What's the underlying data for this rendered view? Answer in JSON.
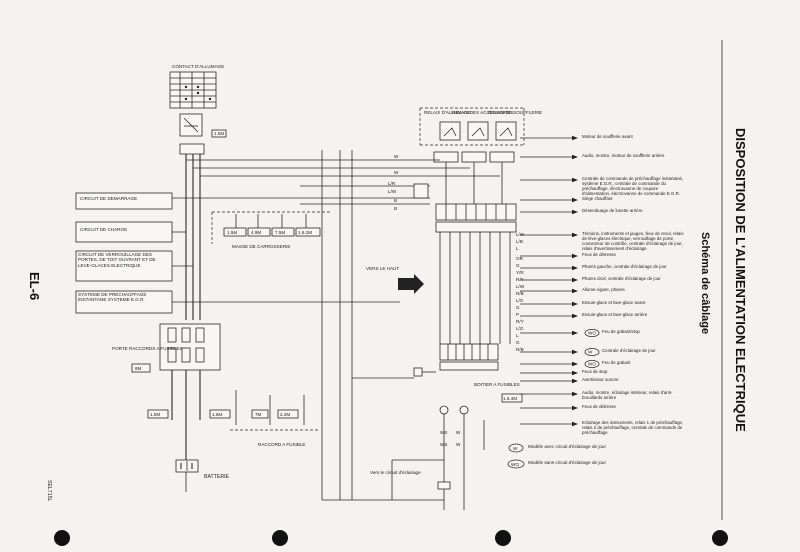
{
  "page": {
    "section_code": "EL-6",
    "main_title": "DISPOSITION DE L'ALIMENTATION ELECTRIQUE",
    "subtitle": "Schéma de câblage",
    "figure_code": "SEL715L"
  },
  "ignition_switch": {
    "label": "CONTACT D'ALLUMAGE"
  },
  "left_circuits": [
    "CIRCUIT DE DEMARRAGE",
    "CIRCUIT DE CHARGE",
    "CIRCUIT DE VERROUILLAGE DES PORTES, DE TOIT OUVRANT ET DE LEVE-GLACES ELECTRIQUE",
    "SYSTEME DE PRECHAUFFAGE INSTANTANE SYSTEME E.G.R."
  ],
  "relays": [
    "RELAIS D'ALLUMAGE",
    "RELAIS DES ACCESSOIRES",
    "RELAIS DE SOUFFLERIE"
  ],
  "labels": {
    "fuse_holder": "PORTE RACCORDS A FUSIBLES",
    "body_ground": "MASSE DE CARROSSERIE",
    "fusible_link": "RACCORD A FUSIBLE",
    "battery": "BATTERIE",
    "up_direction": "VERS LE HAUT",
    "fuse_box": "BOITIER A FUSIBLES",
    "lighting_circuit": "Vers le circuit d'éclairage"
  },
  "wire_codes": {
    "ign_top": [
      "1.5M"
    ],
    "fuse_8m": "8M",
    "fusible_links_bottom": [
      "1.5M",
      "1.6M",
      "7M",
      "2.2M"
    ],
    "ground_connectors": [
      "1.5M",
      "4.9M",
      "7.5M",
      "1.6.2M"
    ],
    "fuse_box_right": "1.6.4M",
    "relay_wires": [
      "W",
      "W",
      "L/R",
      "L/W",
      "B",
      "B"
    ],
    "right_wires": [
      "L/W",
      "L/B",
      "L",
      "OR",
      "G",
      "Y/R",
      "R/Y",
      "L/W",
      "R/B",
      "L/G",
      "G",
      "P",
      "R/Y",
      "L/G",
      "L",
      "G",
      "R/B"
    ],
    "bottom_markers": [
      "WS",
      "W",
      "WS",
      "W"
    ]
  },
  "right_items": [
    "Moteur de soufflerie avant",
    "Audio, montre, moteur de soufflerie arrière",
    "Centrale de commande de préchauffage instantané, système E.G.R., centrale de commande du préchauffage, électrovanne de coupure d'alimentation, électrovanne de commande E.G.R.",
    "Siège chauffant",
    "Désembuage de lunette arrière",
    "Témoins, instruments et jauges, feux de recul, relais de lève-glaces électrique, verrouillage de porte, connecteur de contrôle, centrale d'éclairage de jour, relais d'avertissement d'éclairage",
    "Feux de détresse",
    "Phares gauche, centrale d'éclairage de jour",
    "Phares droit, centrale d'éclairage de jour",
    "Allume-cigare, phares",
    "Essuie-glace et lave-glace avant",
    "Essuie-glace et lave-glace arrière",
    "Feu de gabarit/stop",
    "Centrale d'éclairage de jour",
    "Feu de gabarit",
    "Feux de stop",
    "Avertisseur sonore",
    "Audio, montre, éclairage intérieur, relais d'anti-brouillards arrière",
    "Feux de détresse",
    "Eclairage des instruments, relais 1 de préchauffage, relais 2 de préchauffage, centrale de commande de préchauffage"
  ],
  "legend": [
    {
      "code": "W",
      "text": "Modèle avec circuit d'éclairage de jour"
    },
    {
      "code": "WO",
      "text": "Modèle sans circuit d'éclairage de jour"
    }
  ]
}
